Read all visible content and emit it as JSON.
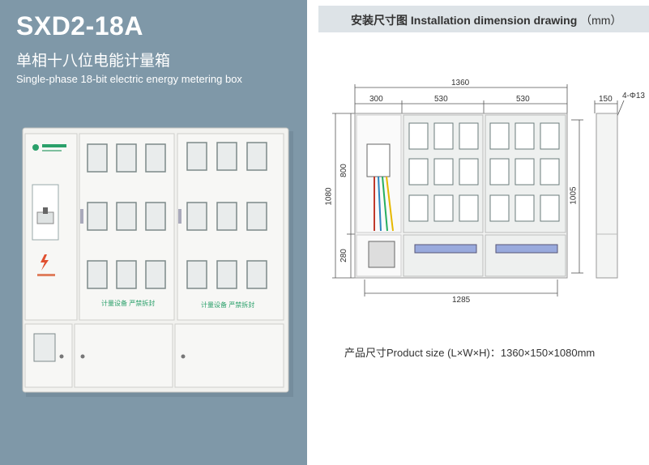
{
  "product": {
    "model": "SXD2-18A",
    "title_cn": "单相十八位电能计量箱",
    "title_en": "Single-phase 18-bit electric energy metering box",
    "panel_text": "计量设备 严禁拆封"
  },
  "drawing": {
    "header_cn": "安装尺寸图",
    "header_en": "Installation dimension drawing",
    "header_unit": "（mm）",
    "dims": {
      "total_width": "1360",
      "left_section": "300",
      "mid_section": "530",
      "right_section": "530",
      "depth": "150",
      "holes": "4-Φ13",
      "total_height": "1080",
      "upper_height": "800",
      "lower_height": "280",
      "mount_height": "1005",
      "mount_width": "1285"
    },
    "product_size": "产品尺寸Product size (L×W×H)：1360×150×1080mm"
  },
  "colors": {
    "left_bg": "#7f98a8",
    "header_bg": "#dde3e7"
  }
}
